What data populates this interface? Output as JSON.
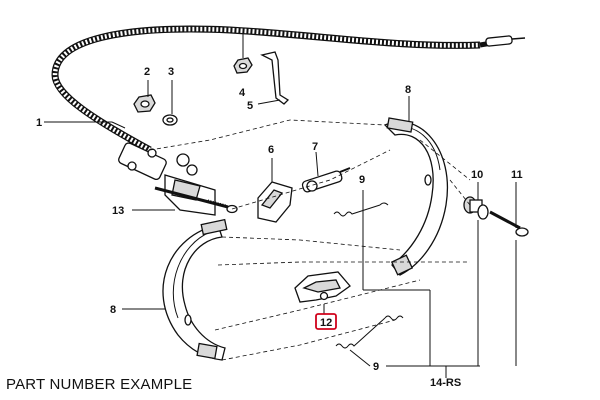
{
  "callouts": {
    "c1": "1",
    "c2": "2",
    "c3": "3",
    "c4": "4",
    "c5": "5",
    "c6": "6",
    "c7": "7",
    "c8_top": "8",
    "c8_left": "8",
    "c9_top": "9",
    "c9_bottom": "9",
    "c10": "10",
    "c11": "11",
    "c12": "12",
    "c13": "13",
    "group": "14-RS"
  },
  "caption": "PART NUMBER EXAMPLE",
  "colors": {
    "highlight": "#d0021b",
    "ink": "#111111"
  }
}
